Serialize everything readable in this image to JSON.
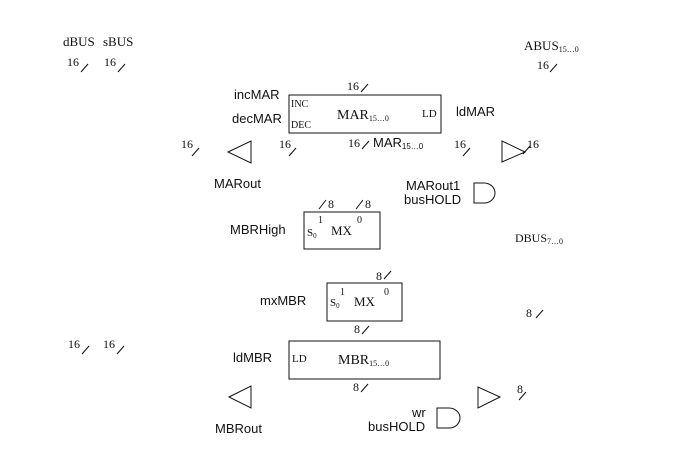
{
  "labels": {
    "dbus": "dBUS",
    "sbus": "sBUS",
    "abus_base": "ABUS",
    "abus_sub": "15…0",
    "inc_mar": "incMAR",
    "dec_mar": "decMAR",
    "ld_mar": "ldMAR",
    "mar_out": "MARout",
    "mar_out1": "MARout1",
    "bus_hold_1": "busHOLD",
    "mbr_high": "MBRHigh",
    "dbus7_base": "DBUS",
    "dbus7_sub": "7…0",
    "mx_mbr": "mxMBR",
    "ld_mbr": "ldMBR",
    "mbr_out": "MBRout",
    "wr": "wr",
    "bus_hold_2": "busHOLD"
  },
  "mar_register": {
    "name_base": "MAR",
    "name_sub": "15…0",
    "inc_port": "INC",
    "dec_port": "DEC",
    "ld_port": "LD"
  },
  "mar_output_label": {
    "base": "MAR",
    "sub": "15…0"
  },
  "mux_high": {
    "name": "MX",
    "select_base": "S",
    "select_sub": "0",
    "input1": "1",
    "input0": "0"
  },
  "mux_mbr": {
    "name": "MX",
    "select_base": "S",
    "select_sub": "0",
    "input1": "1",
    "input0": "0"
  },
  "mbr_register": {
    "name_base": "MBR",
    "name_sub": "15…0",
    "ld_port": "LD"
  },
  "bus_widths": {
    "dbus_in": "16",
    "sbus_in": "16",
    "abus_out": "16",
    "mar_in": "16",
    "left_tristate_in": "16",
    "mar_q": "16",
    "mar_out_line": "16",
    "right_tristate_in": "16",
    "right_tristate_out": "16",
    "mux_high_in1": "8",
    "mux_high_in0": "8",
    "mux_mbr_in": "8",
    "dbus7_line": "8",
    "mbr_in": "8",
    "dbus_bottom": "16",
    "sbus_bottom": "16",
    "mbr_q": "8",
    "mbr_tristate_out": "8"
  }
}
